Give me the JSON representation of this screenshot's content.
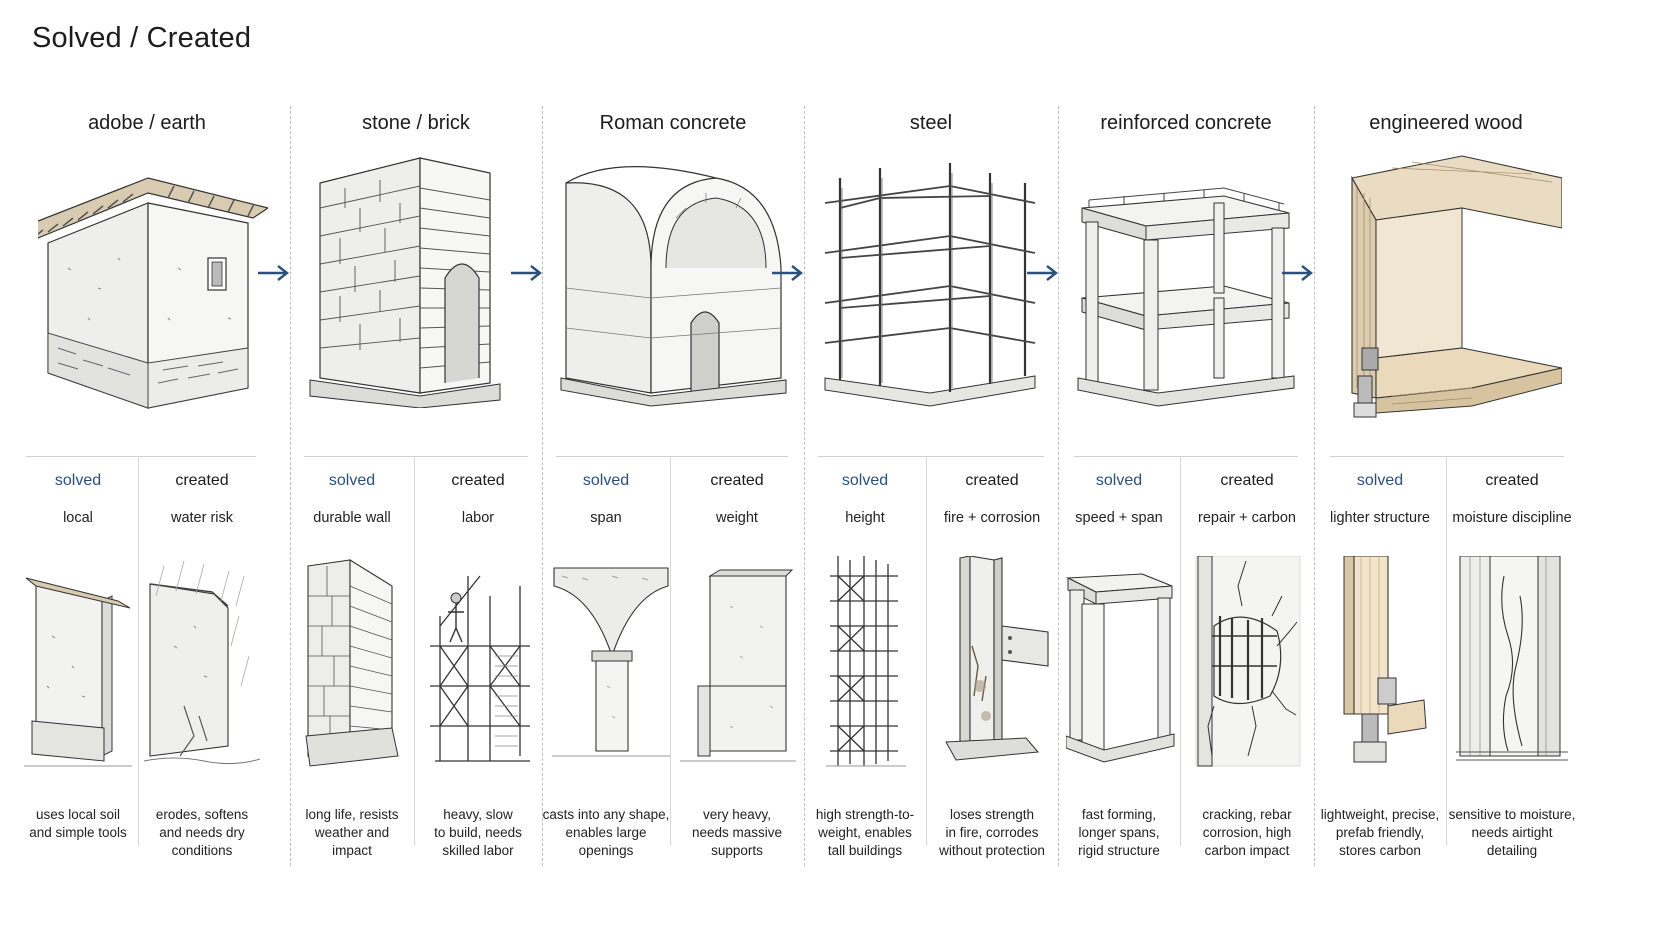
{
  "title": "Solved / Created",
  "labels": {
    "solved": "solved",
    "created": "created"
  },
  "colors": {
    "accent": "#2c4f7c",
    "arrow": "#2c4f7c",
    "line": "#333333"
  },
  "materials": [
    {
      "name": "adobe / earth",
      "solved_keyword": "local",
      "created_keyword": "water risk",
      "solved_desc": "uses local soil\nand simple tools",
      "created_desc": "erodes, softens\nand needs dry\nconditions"
    },
    {
      "name": "stone / brick",
      "solved_keyword": "durable wall",
      "created_keyword": "labor",
      "solved_desc": "long life, resists\nweather and\nimpact",
      "created_desc": "heavy, slow\nto build, needs\nskilled labor"
    },
    {
      "name": "Roman concrete",
      "solved_keyword": "span",
      "created_keyword": "weight",
      "solved_desc": "casts into any shape,\nenables large\nopenings",
      "created_desc": "very heavy,\nneeds massive\nsupports"
    },
    {
      "name": "steel",
      "solved_keyword": "height",
      "created_keyword": "fire + corrosion",
      "solved_desc": "high strength-to-\nweight, enables\ntall buildings",
      "created_desc": "loses strength\nin fire, corrodes\nwithout protection"
    },
    {
      "name": "reinforced concrete",
      "solved_keyword": "speed + span",
      "created_keyword": "repair + carbon",
      "solved_desc": "fast forming,\nlonger spans,\nrigid structure",
      "created_desc": "cracking, rebar\ncorrosion, high\ncarbon impact"
    },
    {
      "name": "engineered wood",
      "solved_keyword": "lighter structure",
      "created_keyword": "moisture discipline",
      "solved_desc": "lightweight, precise,\nprefab friendly,\nstores carbon",
      "created_desc": "sensitive to moisture,\nneeds airtight\ndetailing"
    }
  ]
}
